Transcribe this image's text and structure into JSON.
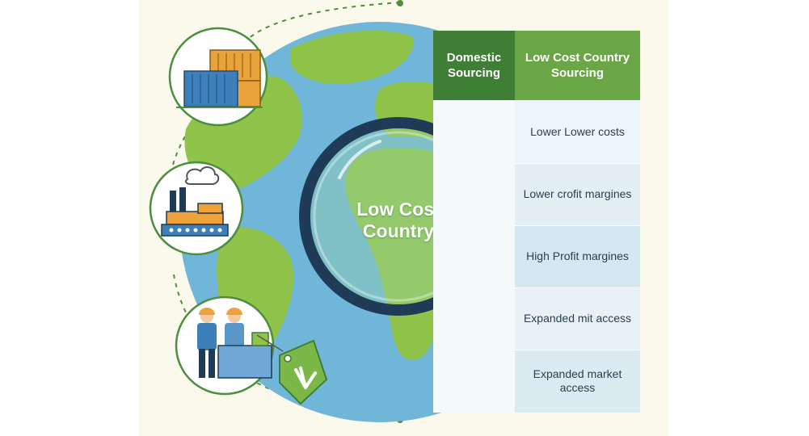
{
  "table": {
    "header_domestic": "Domestic Sourcing",
    "header_lcc": "Low Cost Country Sourcing",
    "rows": [
      "Lower Lower costs",
      "Lower crofit margines",
      "High Profit margines",
      "Expanded mit access",
      "Expanded market access"
    ]
  },
  "lens_label": "Low Cost Country",
  "icons": [
    "shipping-containers-icon",
    "factory-icon",
    "workers-icon",
    "price-tag-icon",
    "magnifying-glass-icon",
    "globe-icon"
  ],
  "colors": {
    "green_dark": "#3f7f35",
    "green": "#6aa646",
    "ocean": "#6fb6d8",
    "land": "#8fc34a",
    "navy": "#1f3b57",
    "tag": "#7bb848"
  }
}
